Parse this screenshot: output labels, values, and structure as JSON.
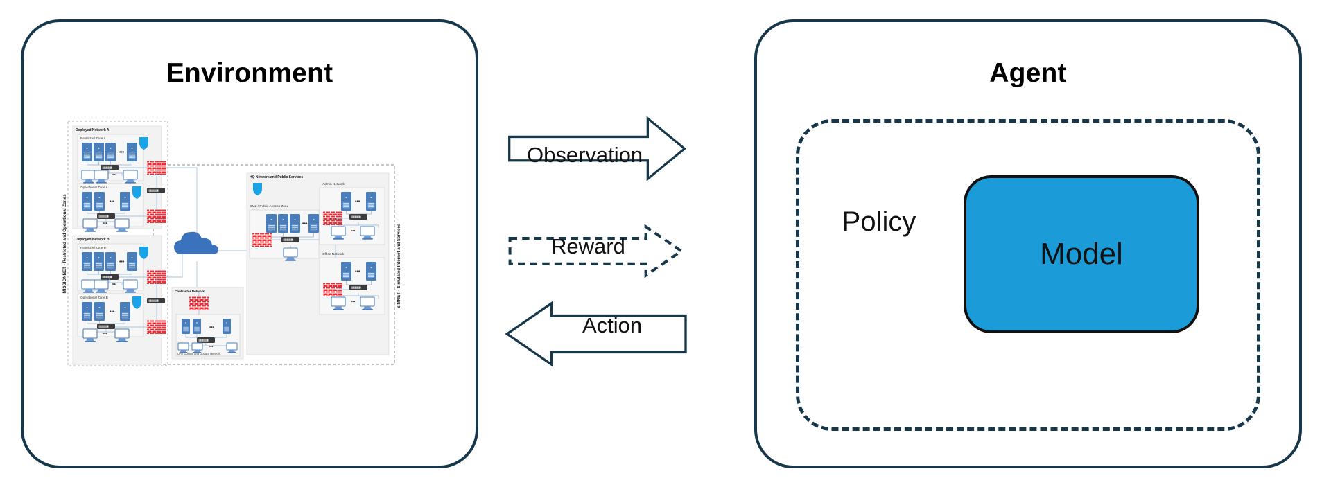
{
  "environment": {
    "title": "Environment",
    "diagram": {
      "zone_groups": [
        {
          "label": "MISSIONNET - Restricted and Operational Zones",
          "orientation": "vertical",
          "networks": [
            {
              "label": "Deployed Network A",
              "zones": [
                {
                  "label": "Restricted Zone A",
                  "servers": 4,
                  "workstations": 3,
                  "has_shield": true,
                  "ellipsis": true
                },
                {
                  "label": "Operational Zone A",
                  "servers": 3,
                  "workstations": 2,
                  "has_shield": true,
                  "ellipsis": true
                }
              ]
            },
            {
              "label": "Deployed Network B",
              "zones": [
                {
                  "label": "Restricted Zone B",
                  "servers": 4,
                  "workstations": 3,
                  "has_shield": true,
                  "ellipsis": true
                },
                {
                  "label": "Operational Zone B",
                  "servers": 3,
                  "workstations": 2,
                  "has_shield": true,
                  "ellipsis": true
                }
              ]
            }
          ]
        },
        {
          "label": "SIMNET - Simulated Internet and Services",
          "orientation": "vertical",
          "networks": [
            {
              "label": "Contractor Network",
              "zones": [
                {
                  "label": "UAV Control and Update Network",
                  "servers": 3,
                  "workstations": 3,
                  "has_shield": false,
                  "ellipsis": true
                }
              ]
            },
            {
              "label": "HQ Network and Public Services",
              "zones": [
                {
                  "label": "DMZ / Public Access Zone",
                  "servers": 4,
                  "workstations": 1,
                  "has_shield": true,
                  "ellipsis": true
                },
                {
                  "label": "Admin Network",
                  "servers": 2,
                  "workstations": 2,
                  "has_shield": false,
                  "ellipsis": true
                },
                {
                  "label": "Office Network",
                  "servers": 2,
                  "workstations": 2,
                  "has_shield": false,
                  "ellipsis": true
                }
              ]
            }
          ]
        }
      ],
      "icons": {
        "server": "server-icon",
        "workstation": "workstation-icon",
        "switch": "network-switch-icon",
        "firewall": "firewall-brick-icon",
        "shield": "shield-icon",
        "cloud": "cloud-icon"
      },
      "colors": {
        "server_blue": "#4a7ebb",
        "firewall_red": "#e8303a",
        "shield_blue": "#1ba3e8",
        "cloud_blue": "#3a72bd",
        "switch_dark": "#3b3b3b",
        "link_blue": "#a8c4e0",
        "zone_fill": "#f2f2f2",
        "zone_stroke": "#d0d0d0"
      }
    }
  },
  "flows": [
    {
      "id": "observation",
      "label": "Observation",
      "direction": "right",
      "style": "solid"
    },
    {
      "id": "reward",
      "label": "Reward",
      "direction": "right",
      "style": "dashed"
    },
    {
      "id": "action",
      "label": "Action",
      "direction": "left",
      "style": "solid"
    }
  ],
  "agent": {
    "title": "Agent",
    "policy_label": "Policy",
    "model_label": "Model"
  },
  "colors": {
    "panel_border": "#17384a",
    "model_fill": "#1b9cd8",
    "model_border": "#111111",
    "text": "#111111"
  }
}
